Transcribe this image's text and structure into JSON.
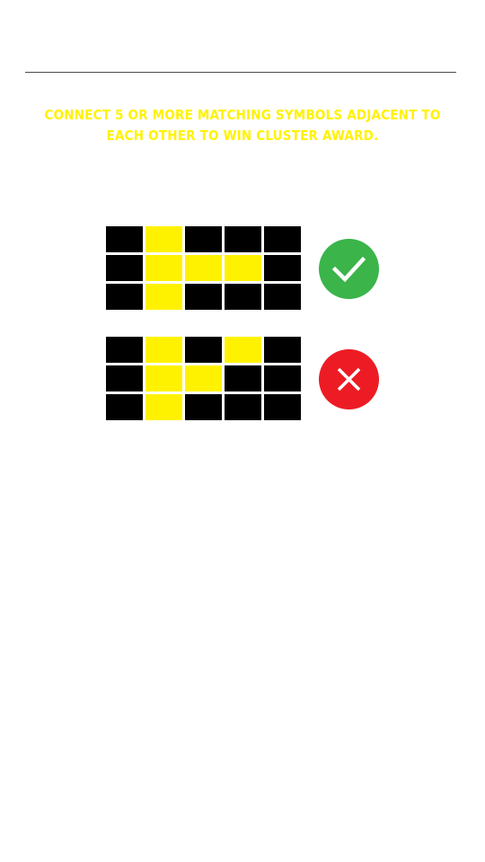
{
  "rules": {
    "instruction": "CONNECT 5 OR MORE MATCHING SYMBOLS ADJACENT TO EACH OTHER TO WIN CLUSTER AWARD."
  },
  "examples": [
    {
      "result": "valid",
      "icon": "check-icon",
      "icon_color": "#3bb44a",
      "grid": [
        [
          0,
          1,
          0,
          0,
          0
        ],
        [
          0,
          1,
          1,
          1,
          0
        ],
        [
          0,
          1,
          0,
          0,
          0
        ]
      ]
    },
    {
      "result": "invalid",
      "icon": "close-icon",
      "icon_color": "#ed1c24",
      "grid": [
        [
          0,
          1,
          0,
          1,
          0
        ],
        [
          0,
          1,
          1,
          0,
          0
        ],
        [
          0,
          1,
          0,
          0,
          0
        ]
      ]
    }
  ],
  "colors": {
    "highlight": "#fff200",
    "empty": "#000000",
    "divider": "#4a4a4a"
  }
}
